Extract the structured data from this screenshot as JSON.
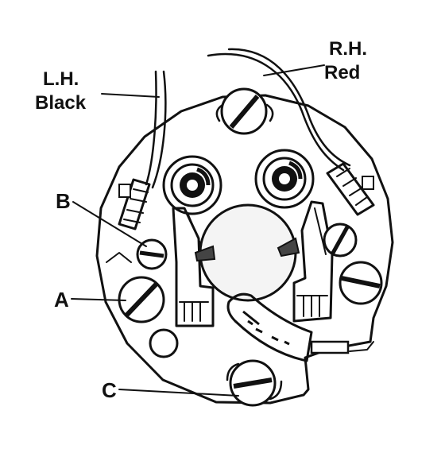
{
  "labels": {
    "lh_line1": "L.H.",
    "lh_line2": "Black",
    "rh_line1": "R.H.",
    "rh_line2": "Red",
    "a": "A",
    "b": "B",
    "c": "C"
  },
  "colors": {
    "ink": "#111111",
    "paper": "#ffffff",
    "bore": "#f4f4f4"
  }
}
